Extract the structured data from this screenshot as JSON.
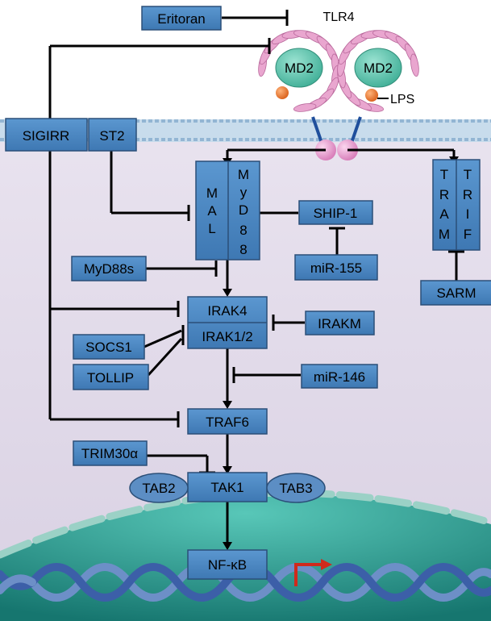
{
  "receptor": {
    "name": "TLR4",
    "coreceptor_left": "MD2",
    "coreceptor_right": "MD2",
    "ligand": "LPS"
  },
  "inhibitors": {
    "eritoran": "Eritoran",
    "sigirr": "SIGIRR",
    "st2": "ST2",
    "ship1": "SHIP-1",
    "mir155": "miR-155",
    "myd88s": "MyD88s",
    "sarm": "SARM",
    "irakm": "IRAKM",
    "socs1": "SOCS1",
    "tollip": "TOLLIP",
    "mir146": "miR-146",
    "trim30a": "TRIM30α"
  },
  "adaptors": {
    "mal": [
      "M",
      "A",
      "L"
    ],
    "myd88": [
      "M",
      "y",
      "D",
      "8",
      "8"
    ],
    "tram": [
      "T",
      "R",
      "A",
      "M"
    ],
    "trif": [
      "T",
      "R",
      "I",
      "F"
    ]
  },
  "pathway": {
    "irak4": "IRAK4",
    "irak12": "IRAK1/2",
    "traf6": "TRAF6",
    "tak1": "TAK1",
    "tab2": "TAB2",
    "tab3": "TAB3",
    "nfkb": "NF-κB"
  },
  "colors": {
    "box_fill": "#4a86c2",
    "box_stroke": "#2b4f78",
    "ellipse_fill": "#5c8ec4",
    "md2_fill": "#5bc4ad",
    "ligand_fill": "#e8742a",
    "membrane": "#b9d2e6",
    "cytoplasm": "#ede6f0",
    "nucleus": "#2a9c92",
    "receptor_arm": "#e39ac9",
    "arrow_red": "#cf2a1c"
  }
}
